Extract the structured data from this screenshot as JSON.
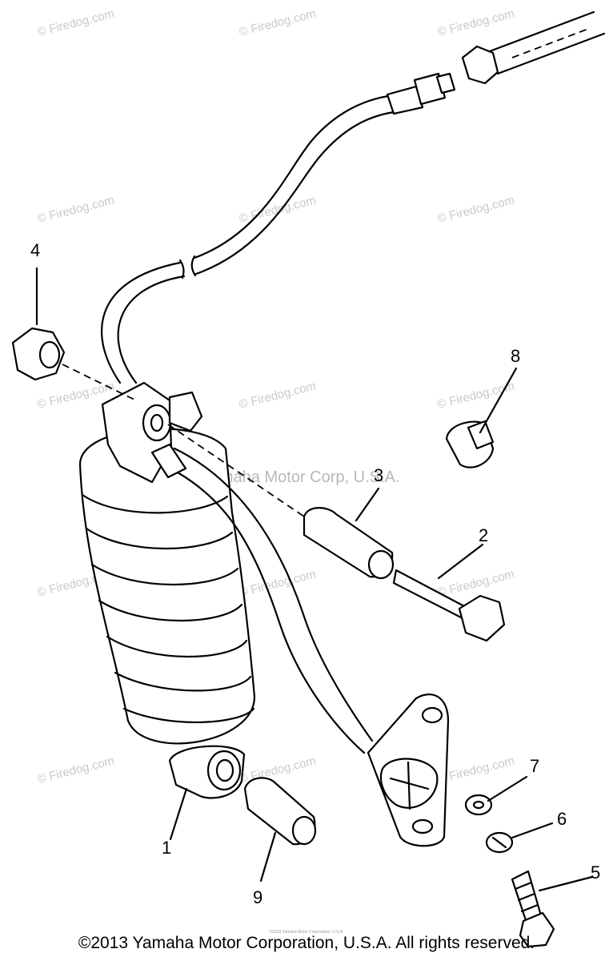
{
  "callouts": {
    "c1": "1",
    "c2": "2",
    "c3": "3",
    "c4": "4",
    "c5": "5",
    "c6": "6",
    "c7": "7",
    "c8": "8",
    "c9": "9"
  },
  "watermark": {
    "site": "© Firedog.com",
    "center": "© Yamaha Motor Corp, U.S.A."
  },
  "footer": {
    "copyright": "©2013 Yamaha Motor Corporation, U.S.A. All rights reserved.",
    "small_print": "©2013 Yamaha Motor Corporation, U.S.A."
  }
}
